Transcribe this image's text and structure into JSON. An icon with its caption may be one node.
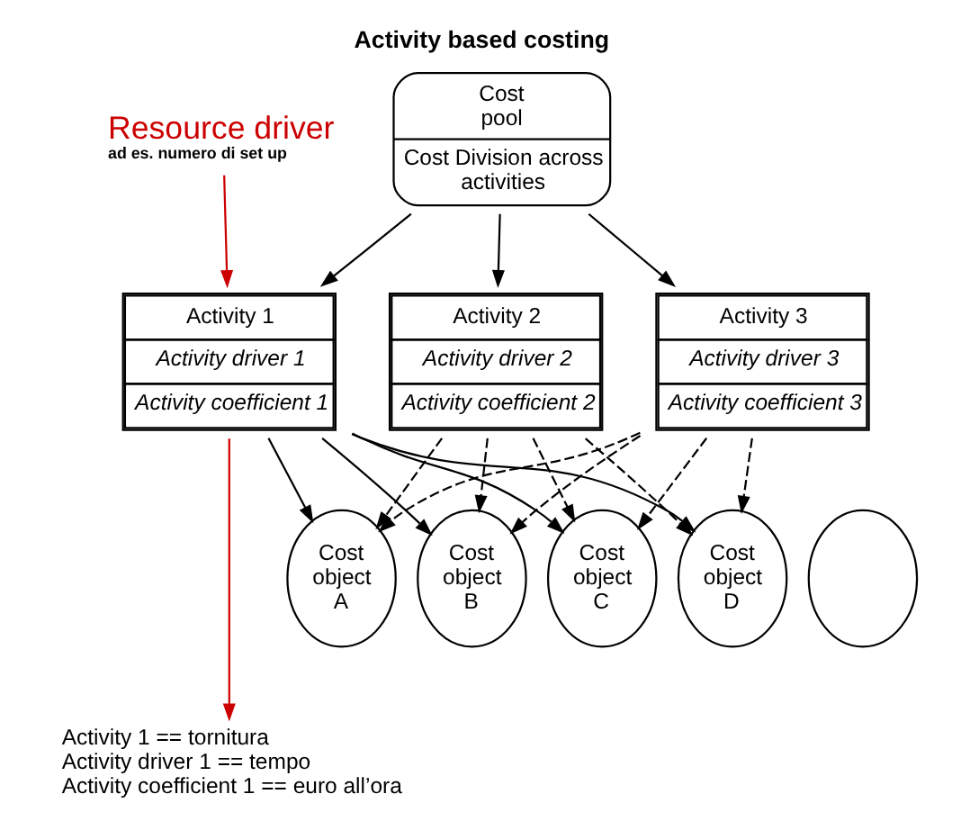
{
  "diagram": {
    "title": "Activity based costing",
    "nodes": [
      {
        "text": [
          "Cost pool",
          "Cost Division across activities"
        ]
      },
      {
        "text": [
          "Activity 1",
          "Activity driver 1",
          "Activity coefficient 1"
        ]
      },
      {
        "text": [
          "Activity 2",
          "Activity driver 2",
          "Activity coefficient 2"
        ]
      },
      {
        "text": [
          "Activity 3",
          "Activity driver 3",
          "Activity coefficient 3"
        ]
      },
      {
        "text": [
          "Cost object A"
        ]
      },
      {
        "text": [
          "Cost object B"
        ]
      },
      {
        "text": [
          "Cost object C"
        ]
      },
      {
        "text": [
          "Cost object D"
        ]
      },
      {
        "text": [],
        "shape": "circle"
      },
      {
        "text": [
          "Resource driver",
          "ad es. numero di set up"
        ]
      },
      {
        "text": [
          "Activity 1 == tornitura",
          "Activity driver 1 == tempo",
          "Activity coefficient 1 == euro all’ora"
        ]
      }
    ],
    "edges": [
      {
        "from": 0,
        "to": 1,
        "arrow": "to"
      },
      {
        "from": 0,
        "to": 2,
        "arrow": "to"
      },
      {
        "from": 0,
        "to": 3,
        "arrow": "to"
      },
      {
        "from": 1,
        "to": 4,
        "arrow": "to"
      },
      {
        "from": 1,
        "to": 5,
        "arrow": "to"
      },
      {
        "from": 1,
        "to": 6,
        "arrow": "to"
      },
      {
        "from": 1,
        "to": 7,
        "arrow": "to"
      },
      {
        "from": 2,
        "to": 4,
        "arrow": "to",
        "style": "dashed"
      },
      {
        "from": 2,
        "to": 5,
        "arrow": "to",
        "style": "dashed"
      },
      {
        "from": 2,
        "to": 6,
        "arrow": "to",
        "style": "dashed"
      },
      {
        "from": 2,
        "to": 7,
        "arrow": "to",
        "style": "dashed"
      },
      {
        "from": 3,
        "to": 4,
        "arrow": "to",
        "style": "dashed"
      },
      {
        "from": 3,
        "to": 5,
        "arrow": "to",
        "style": "dashed"
      },
      {
        "from": 3,
        "to": 6,
        "arrow": "to",
        "style": "dashed"
      },
      {
        "from": 3,
        "to": 7,
        "arrow": "to",
        "style": "dashed"
      },
      {
        "from": 9,
        "to": 1,
        "arrow": "to",
        "color": "#cc0000"
      },
      {
        "from": 1,
        "to": 10,
        "arrow": "to",
        "color": "#cc0000"
      }
    ]
  }
}
